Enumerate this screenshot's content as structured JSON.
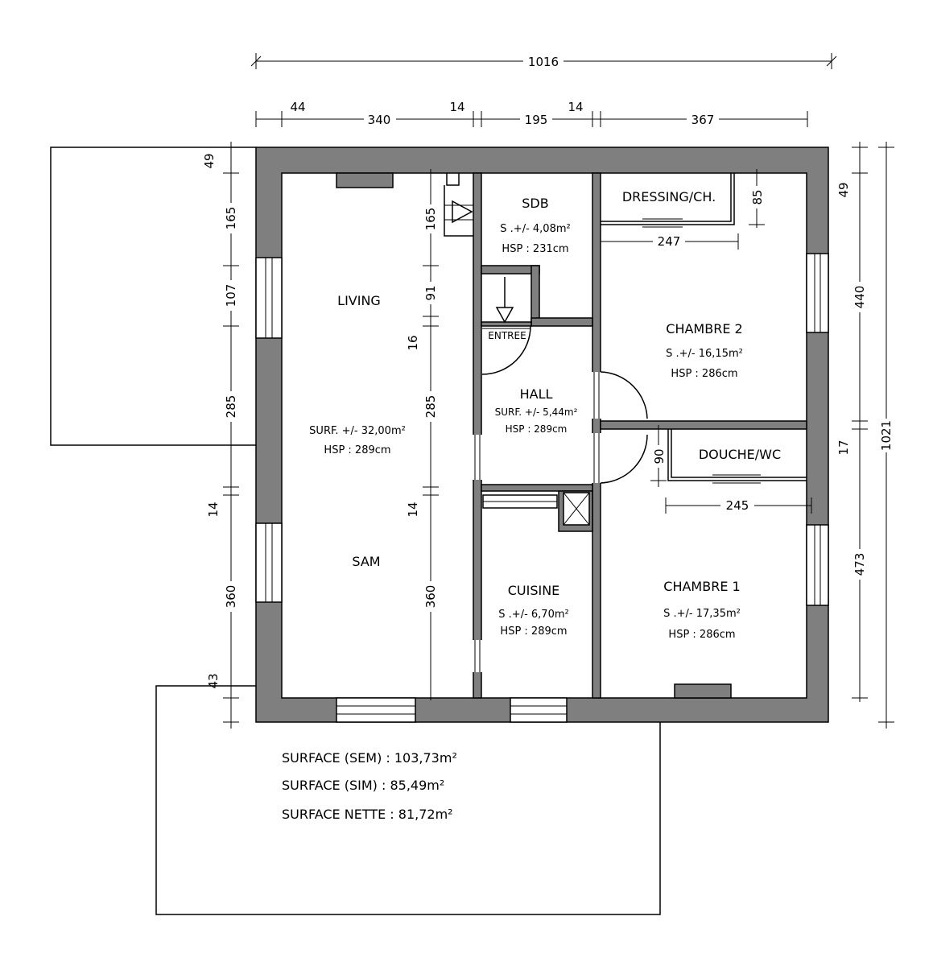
{
  "rooms": {
    "living": "LIVING",
    "sam": "SAM",
    "living_surf": "SURF. +/- 32,00m²",
    "living_hsp": "HSP : 289cm",
    "sdb": "SDB",
    "sdb_surf": "S .+/- 4,08m²",
    "sdb_hsp": "HSP : 231cm",
    "entree": "ENTREE",
    "hall": "HALL",
    "hall_surf": "SURF. +/- 5,44m²",
    "hall_hsp": "HSP : 289cm",
    "cuisine": "CUISINE",
    "cuisine_surf": "S .+/- 6,70m²",
    "cuisine_hsp": "HSP : 289cm",
    "dressing": "DRESSING/CH.",
    "chambre2": "CHAMBRE 2",
    "chambre2_surf": "S .+/- 16,15m²",
    "chambre2_hsp": "HSP : 286cm",
    "douche": "DOUCHE/WC",
    "chambre1": "CHAMBRE 1",
    "chambre1_surf": "S .+/- 17,35m²",
    "chambre1_hsp": "HSP : 286cm"
  },
  "dims": {
    "total_width": "1016",
    "w44": "44",
    "w340": "340",
    "w14a": "14",
    "w195": "195",
    "w14b": "14",
    "w367": "367",
    "l49": "49",
    "l165": "165",
    "l107": "107",
    "l285": "285",
    "l14": "14",
    "l360": "360",
    "l43": "43",
    "i165": "165",
    "i91": "91",
    "i16": "16",
    "i285": "285",
    "i14": "14",
    "i360": "360",
    "r49": "49",
    "r440": "440",
    "r17": "17",
    "r473": "473",
    "total_height": "1021",
    "d85": "85",
    "d247": "247",
    "d90": "90",
    "d245": "245"
  },
  "summary": {
    "sem": "SURFACE (SEM) : 103,73m²",
    "sim": "SURFACE (SIM) : 85,49m²",
    "nette": "SURFACE NETTE : 81,72m²"
  }
}
